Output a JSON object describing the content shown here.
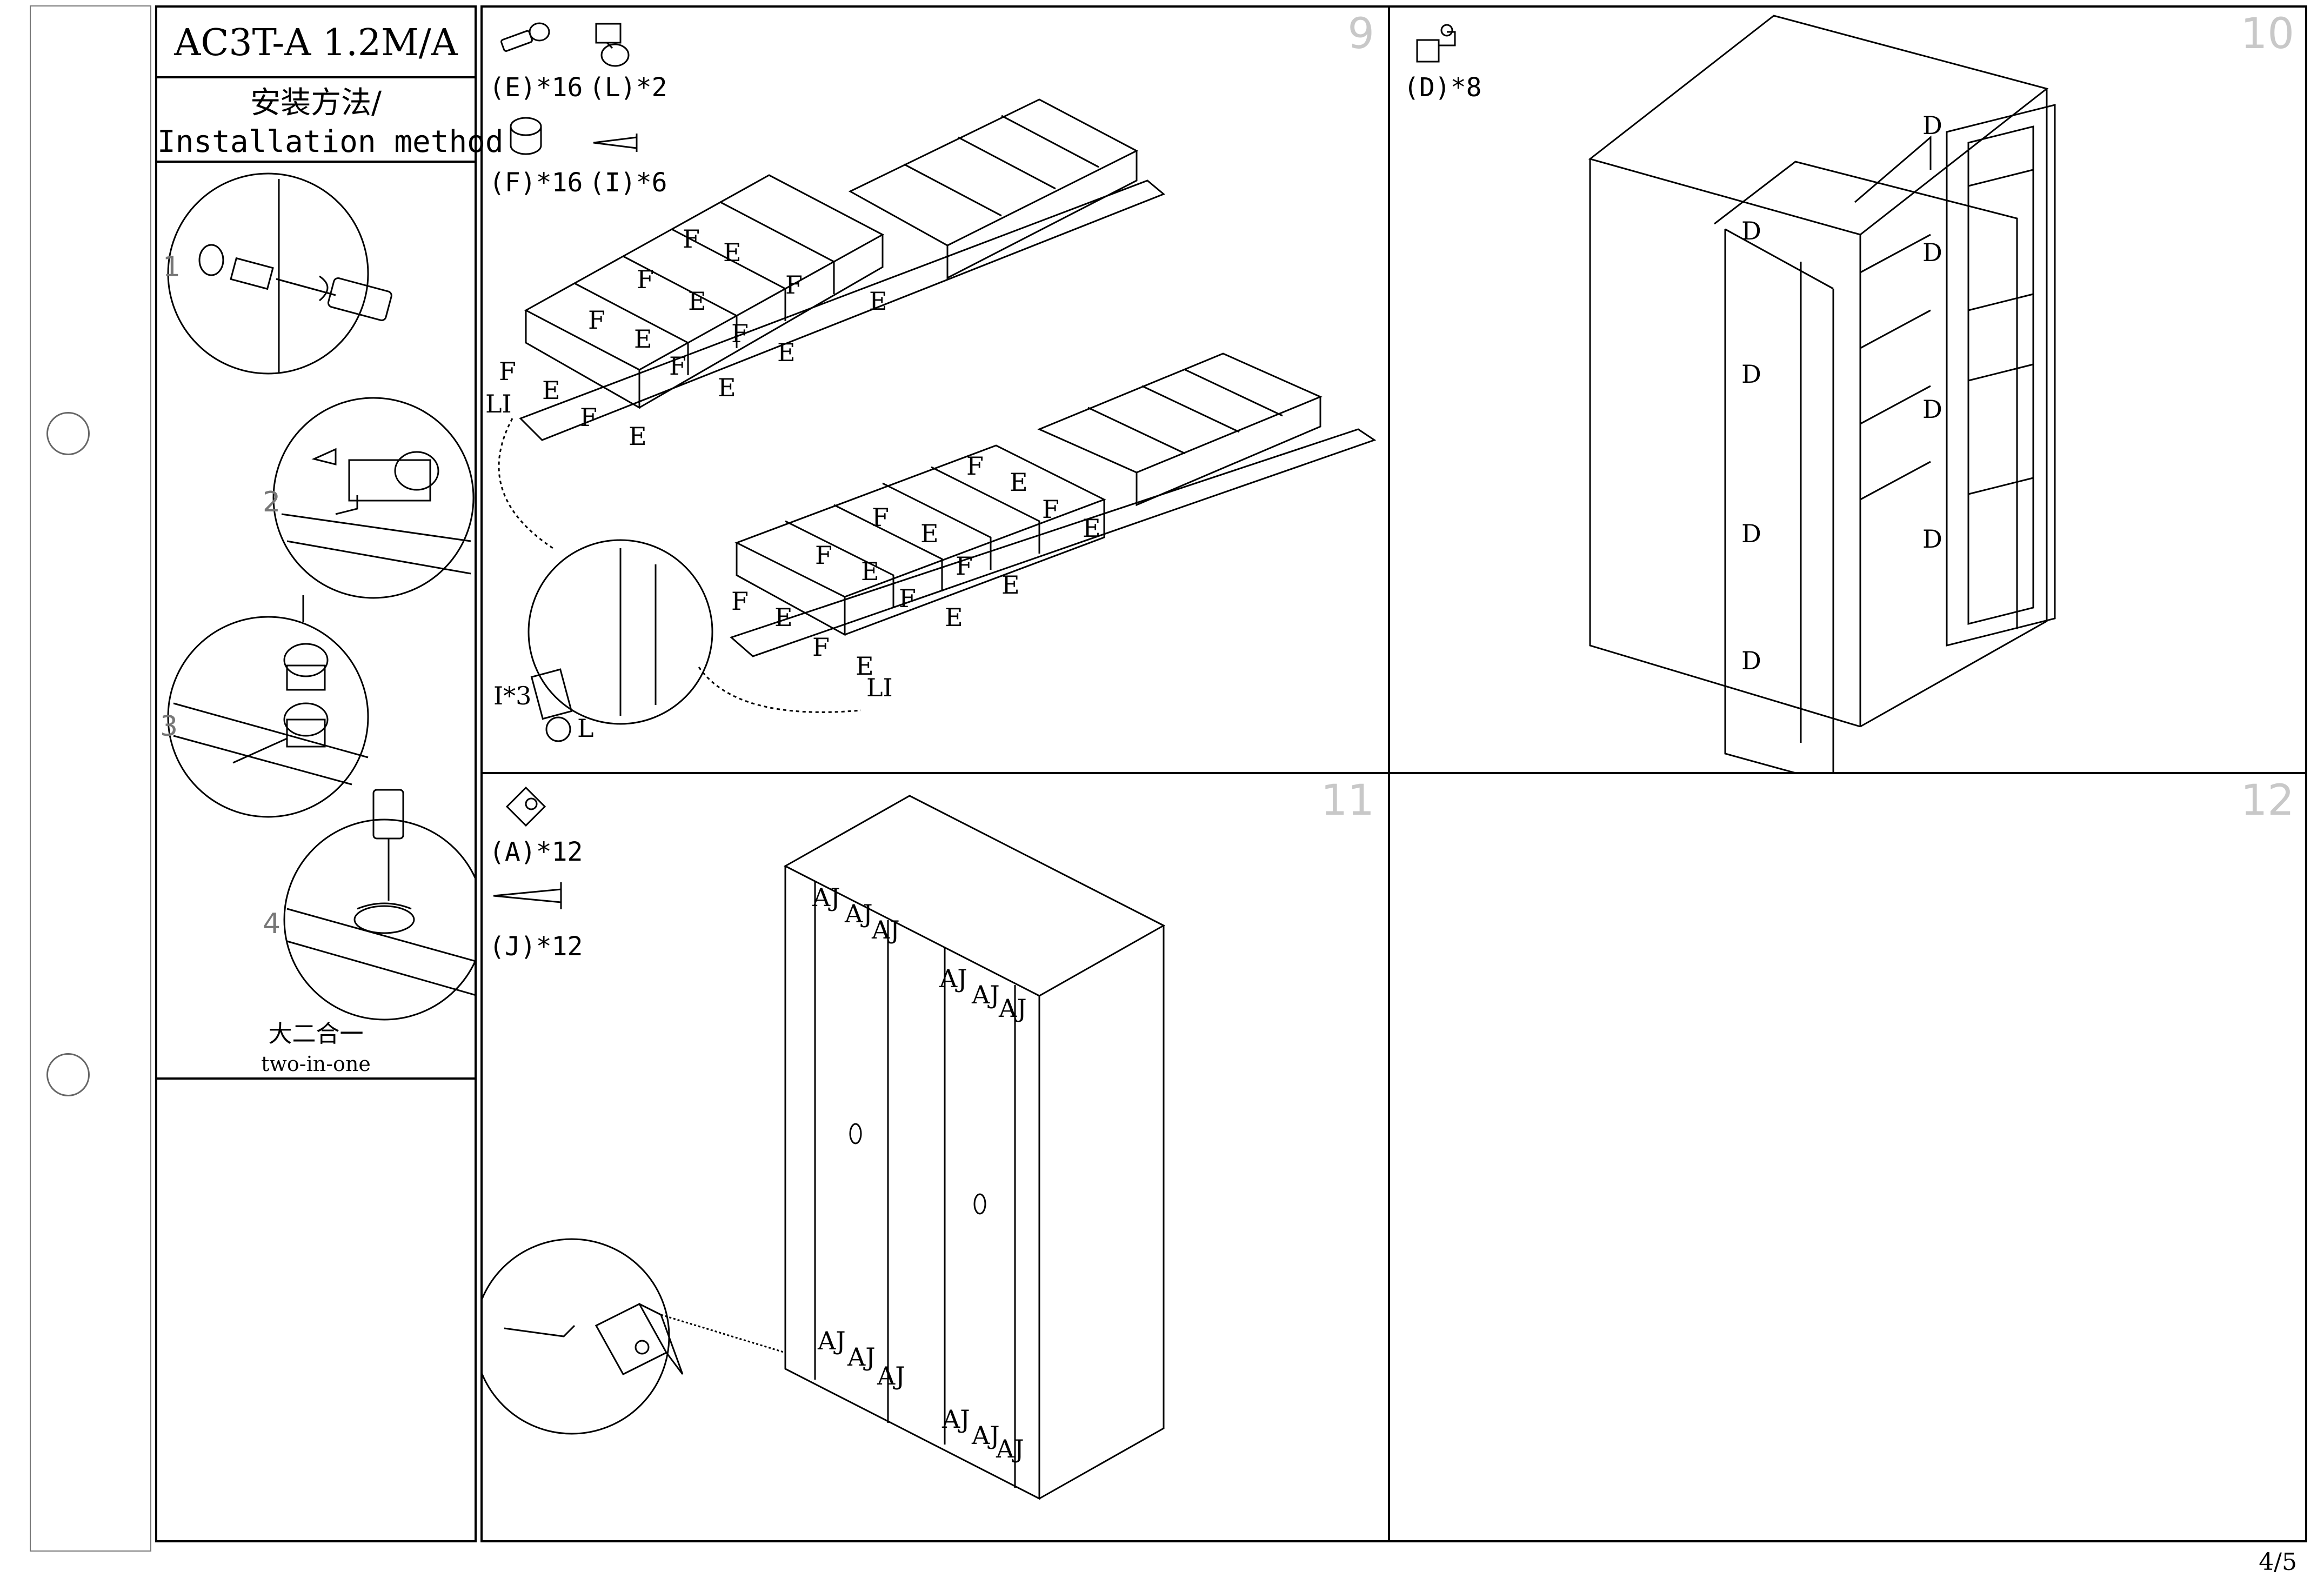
{
  "header": {
    "model": "AC3T-A 1.2M/A",
    "method_cn": "安装方法/",
    "method_en": "Installation method",
    "two_in_one_cn": "大二合一",
    "two_in_one_en": "two-in-one"
  },
  "method_steps": [
    "1",
    "2",
    "3",
    "4"
  ],
  "steps": {
    "s9": {
      "number": "9",
      "parts": [
        "(E)*16",
        "(L)*2",
        "(F)*16",
        "(I)*6"
      ],
      "callout_label": "I*3",
      "callout_L": "L",
      "LI_label": "LI",
      "F": "F",
      "E": "E"
    },
    "s10": {
      "number": "10",
      "parts": [
        "(D)*8"
      ],
      "D": "D"
    },
    "s11": {
      "number": "11",
      "parts": [
        "(A)*12",
        "(J)*12"
      ],
      "AJ": "AJ"
    },
    "s12": {
      "number": "12"
    }
  },
  "page_number": "4/5"
}
